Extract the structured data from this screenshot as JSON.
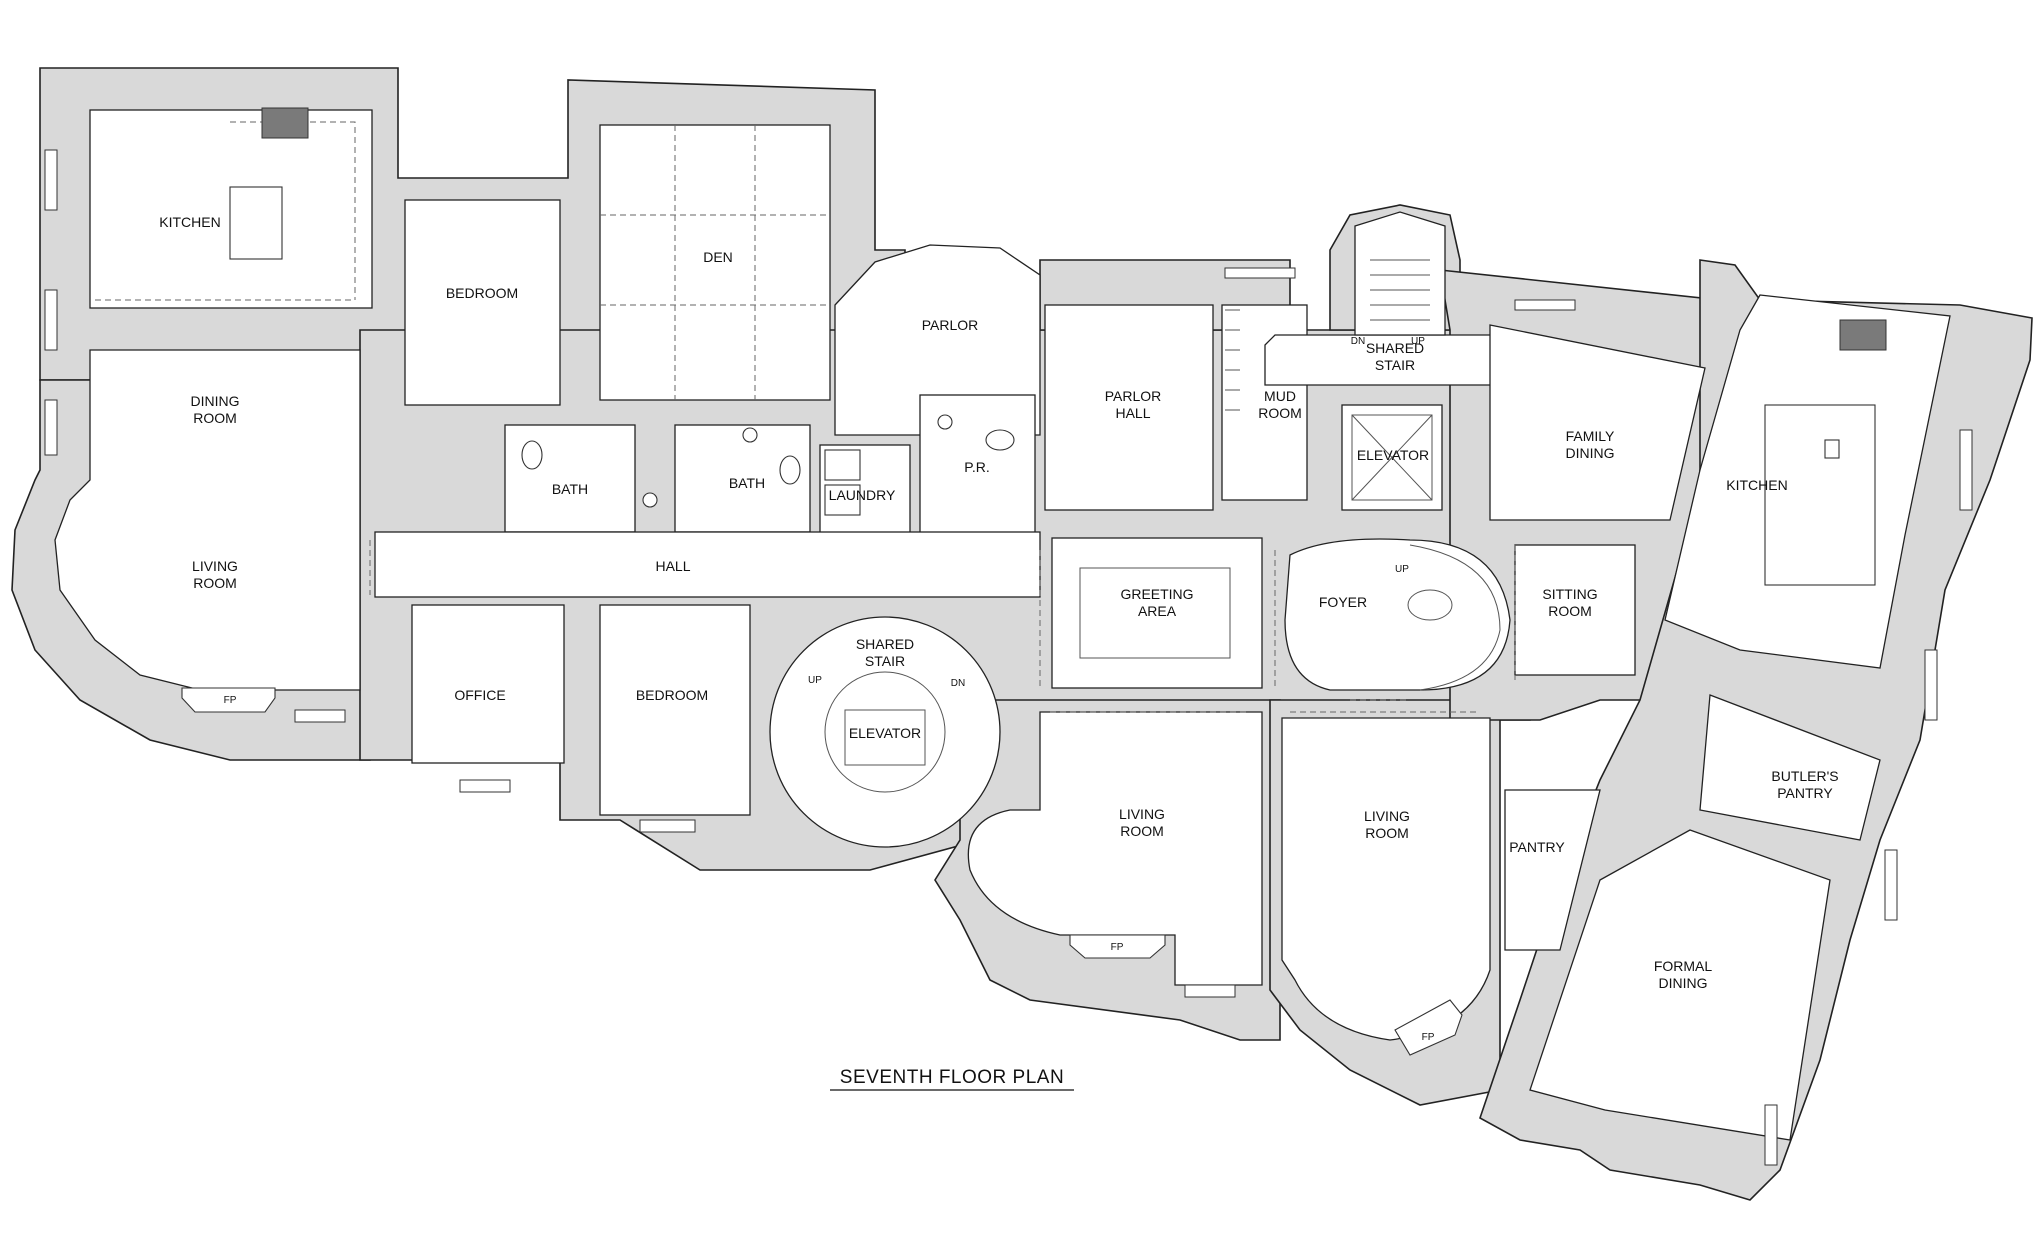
{
  "plan_title": "SEVENTH FLOOR PLAN",
  "rooms": {
    "kitchen_west": "KITCHEN",
    "bedroom_north": "BEDROOM",
    "den": "DEN",
    "parlor": "PARLOR",
    "parlor_hall": "PARLOR HALL",
    "mud_room": "MUD ROOM",
    "shared_stair_north": "SHARED STAIR",
    "family_dining": "FAMILY DINING",
    "kitchen_east": "KITCHEN",
    "dining_room": "DINING ROOM",
    "living_room_west": "LIVING ROOM",
    "bath_1": "BATH",
    "bath_2": "BATH",
    "laundry": "LAUNDRY",
    "powder_room": "P.R.",
    "elevator_north": "ELEVATOR",
    "hall": "HALL",
    "greeting_area": "GREETING AREA",
    "foyer": "FOYER",
    "sitting_room": "SITTING ROOM",
    "office": "OFFICE",
    "bedroom_south": "BEDROOM",
    "shared_stair_south": "SHARED STAIR",
    "elevator_south": "ELEVATOR",
    "butlers_pantry": "BUTLER'S PANTRY",
    "living_room_center": "LIVING ROOM",
    "living_room_east": "LIVING ROOM",
    "pantry": "PANTRY",
    "formal_dining": "FORMAL DINING"
  },
  "markers": {
    "fireplace": "FP",
    "up": "UP",
    "down": "DN"
  }
}
